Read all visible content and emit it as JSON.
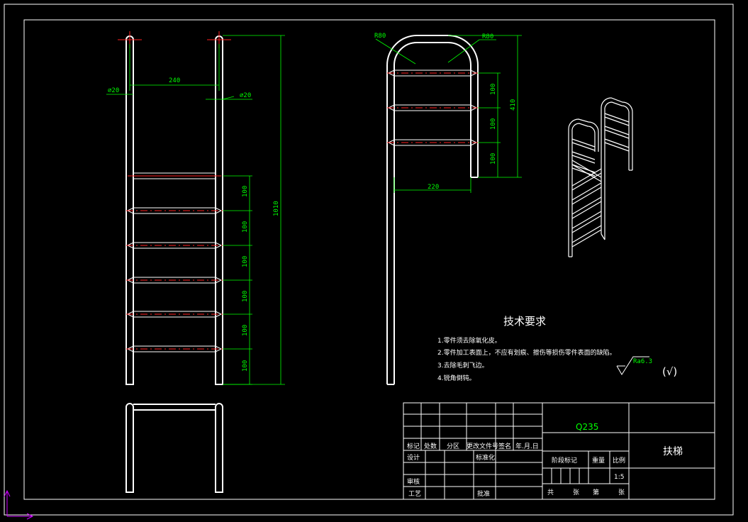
{
  "colors": {
    "background": "#000000",
    "outline": "#ffffff",
    "dimension": "#00ff00",
    "centerline": "#ff2020",
    "ucs": "#cc00ff"
  },
  "front_view": {
    "dim_width": "240",
    "dim_dia_left": "⌀20",
    "dim_dia_right": "⌀20",
    "dim_total_height": "1010",
    "dim_steps": [
      "100",
      "100",
      "100",
      "100",
      "100",
      "100"
    ]
  },
  "side_view": {
    "radius_left": "R80",
    "radius_right": "R80",
    "dim_steps": [
      "100",
      "100",
      "100"
    ],
    "dim_height": "410",
    "dim_width": "220"
  },
  "tech_requirements": {
    "title": "技术要求",
    "items": [
      "1.零件须去除氧化皮。",
      "2.零件加工表面上，不应有划痕、擦伤等损伤零件表面的缺陷。",
      "3.去除毛刺飞边。",
      "4.锐角倒钝。"
    ],
    "roughness": "Ra6.3",
    "roughness_other": "(√)"
  },
  "title_block": {
    "material": "Q235",
    "part_name": "扶梯",
    "header_labels": [
      "标记",
      "处数",
      "分区",
      "更改文件号",
      "签名",
      "年.月.日"
    ],
    "design": "设计",
    "standardization": "标准化",
    "review": "审核",
    "process": "工艺",
    "approve": "批准",
    "stage_mark": "阶段标记",
    "weight": "重量",
    "scale_label": "比例",
    "scale_value": "1:5",
    "sheets_total": "共",
    "sheets_unit": "张",
    "sheet_no": "第",
    "sheet_unit2": "张"
  }
}
